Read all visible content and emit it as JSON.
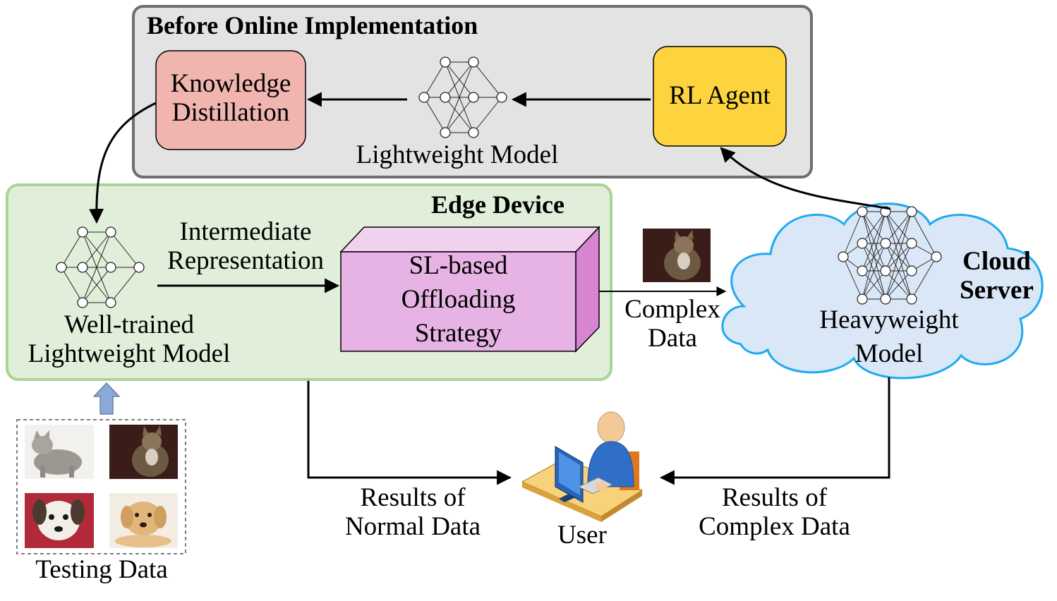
{
  "before_panel": {
    "title": "Before Online Implementation"
  },
  "knowledge_distillation": {
    "line1": "Knowledge",
    "line2": "Distillation"
  },
  "lightweight_model_top": {
    "label": "Lightweight Model"
  },
  "rl_agent": {
    "label": "RL Agent"
  },
  "edge_panel": {
    "title": "Edge Device"
  },
  "intermediate": {
    "line1": "Intermediate",
    "line2": "Representation"
  },
  "wt_model": {
    "line1": "Well-trained",
    "line2": "Lightweight Model"
  },
  "strategy_box": {
    "line1": "SL-based",
    "line2": "Offloading",
    "line3": "Strategy"
  },
  "complex_data": {
    "line1": "Complex",
    "line2": "Data"
  },
  "cloud": {
    "title_line1": "Cloud",
    "title_line2": "Server",
    "model_line1": "Heavyweight",
    "model_line2": "Model"
  },
  "testing_data": {
    "label": "Testing Data"
  },
  "user": {
    "label": "User"
  },
  "results_normal": {
    "line1": "Results of",
    "line2": "Normal Data"
  },
  "results_complex": {
    "line1": "Results of",
    "line2": "Complex Data"
  },
  "colors": {
    "before_panel_fill": "#e3e3e3",
    "before_panel_stroke": "#6e6e6e",
    "kd_fill": "#f0b5ae",
    "rl_fill": "#fdd43d",
    "edge_fill": "#e1efda",
    "edge_stroke": "#a8d495",
    "strategy_front": "#e7b3e4",
    "strategy_top": "#f1d2ee",
    "strategy_side": "#d785d3",
    "cloud_fill": "#d9e7f6",
    "cloud_stroke": "#1eaaf0",
    "up_arrow": "#8aa8d8"
  },
  "icons": [
    "neural-network-icon",
    "cat-photo-icon",
    "dog-photo-icon",
    "user-at-computer-icon"
  ]
}
